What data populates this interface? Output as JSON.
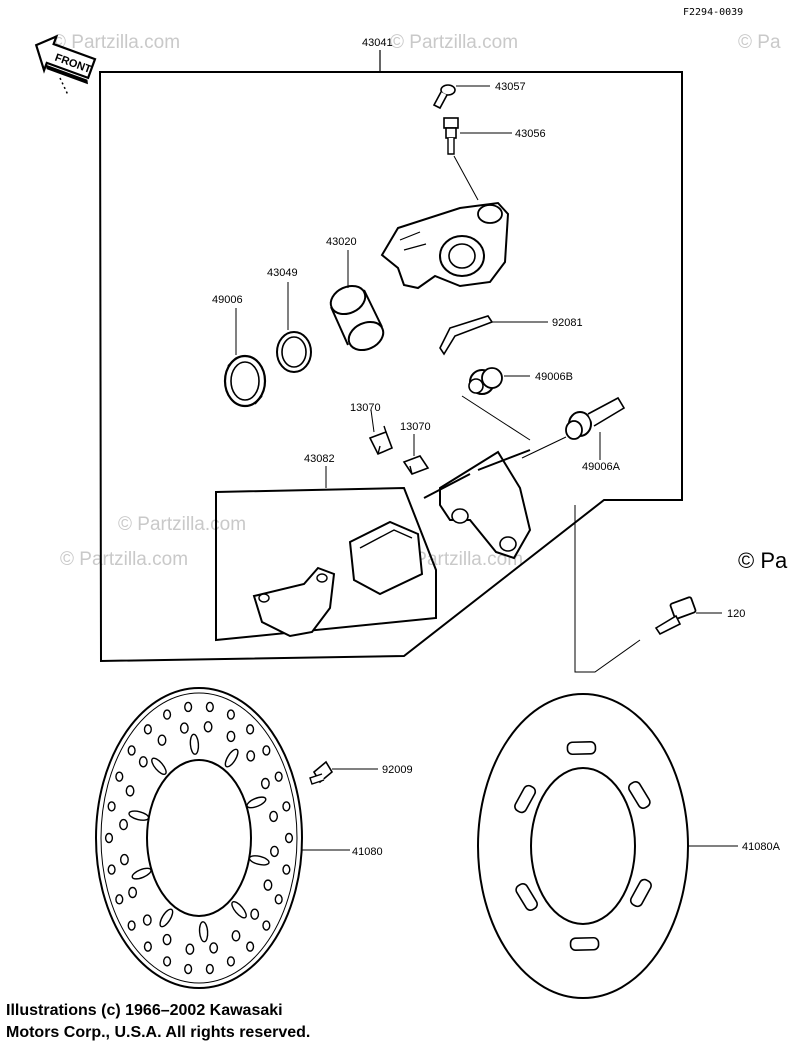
{
  "diagram": {
    "code": "F2294-0039",
    "front_label": "FRONT",
    "watermark": "© Partzilla.com",
    "watermark_edge": "© Pa",
    "parts": {
      "p43041": "43041",
      "p43057": "43057",
      "p43056": "43056",
      "p43020": "43020",
      "p43049": "43049",
      "p49006": "49006",
      "p92081": "92081",
      "p49006B": "49006B",
      "p13070a": "13070",
      "p13070b": "13070",
      "p43082": "43082",
      "p49006A": "49006A",
      "p120": "120",
      "p92009": "92009",
      "p41080": "41080",
      "p41080A": "41080A"
    },
    "copyright_line1": "Illustrations (c) 1966–2002 Kawasaki",
    "copyright_line2": "Motors Corp., U.S.A.  All rights reserved."
  }
}
